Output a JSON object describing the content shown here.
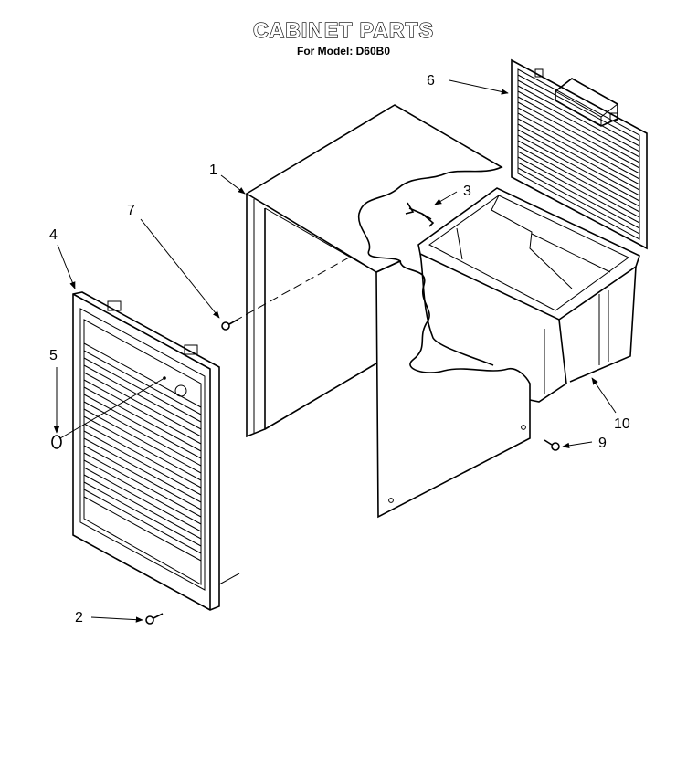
{
  "title": "CABINET PARTS",
  "subtitle": "For Model: D60B0",
  "callouts": [
    "1",
    "2",
    "3",
    "4",
    "5",
    "6",
    "7",
    "9",
    "10"
  ]
}
